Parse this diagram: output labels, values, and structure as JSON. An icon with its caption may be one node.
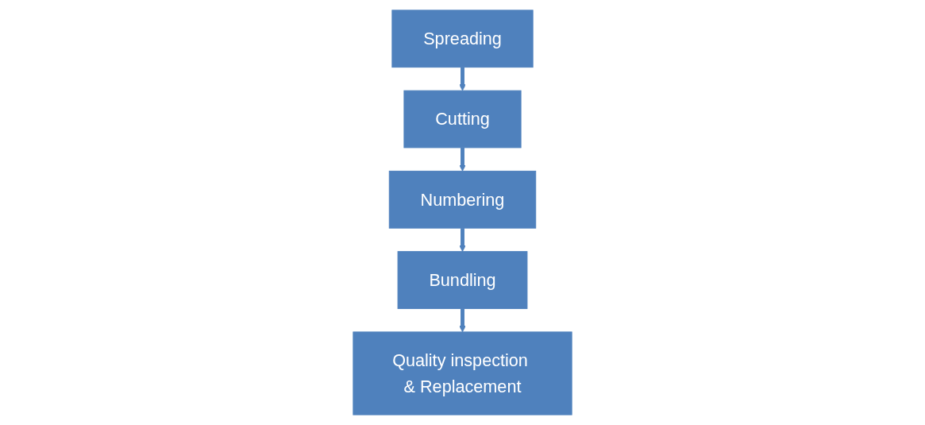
{
  "diagram": {
    "nodes": [
      {
        "text": [
          "Spreading"
        ]
      },
      {
        "text": [
          "Cutting"
        ]
      },
      {
        "text": [
          "Numbering"
        ]
      },
      {
        "text": [
          "Bundling"
        ]
      },
      {
        "text": [
          "Quality inspection & Replacement"
        ]
      }
    ],
    "edges": [
      {
        "from": 0,
        "to": 1,
        "arrow": "to"
      },
      {
        "from": 1,
        "to": 2,
        "arrow": "to"
      },
      {
        "from": 2,
        "to": 3,
        "arrow": "to"
      },
      {
        "from": 3,
        "to": 4,
        "arrow": "to"
      }
    ]
  }
}
